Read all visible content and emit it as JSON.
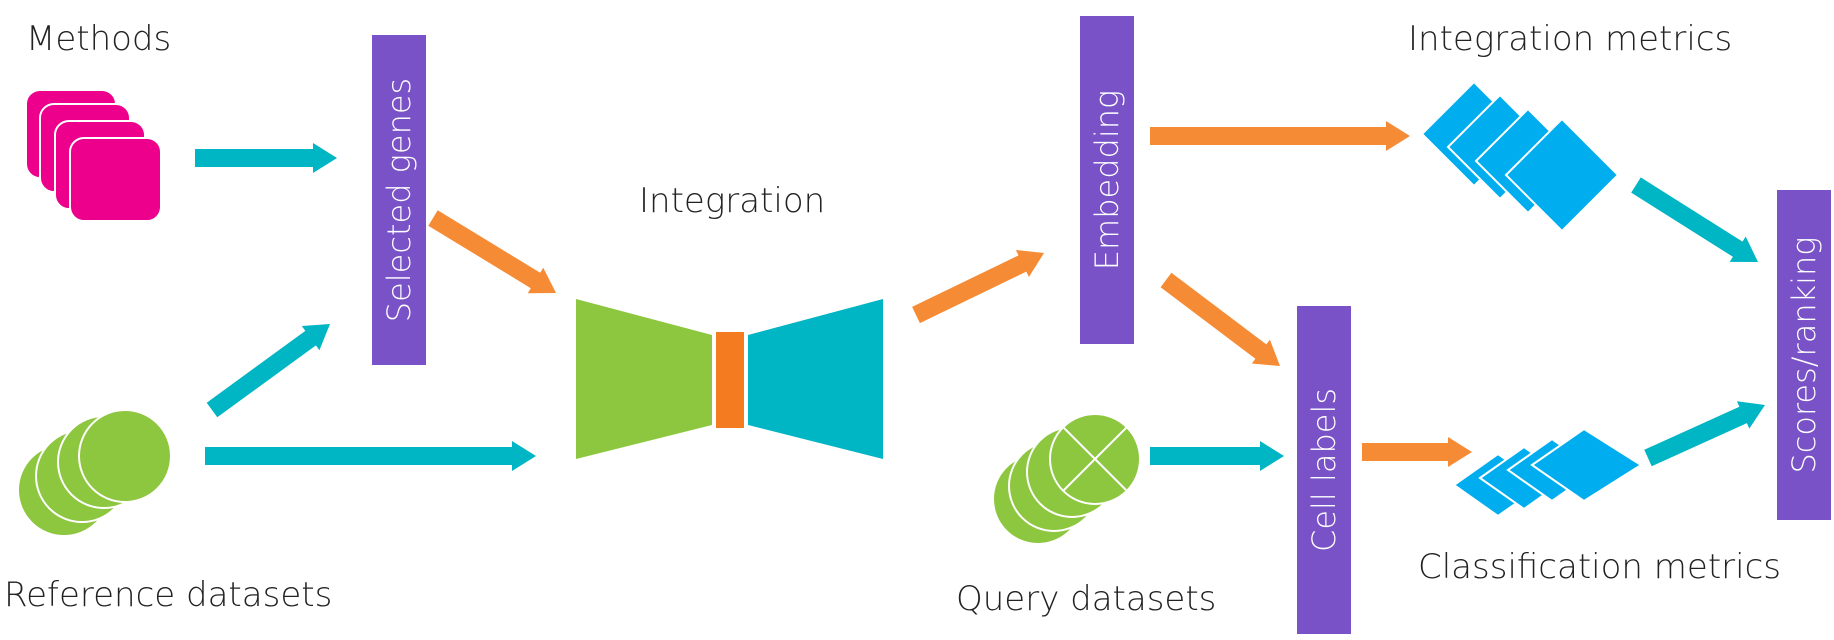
{
  "labels": {
    "methods": "Methods",
    "reference_datasets": "Reference datasets",
    "integration": "Integration",
    "query_datasets": "Query datasets",
    "integration_metrics": "Integration metrics",
    "classification_metrics": "Classification metrics"
  },
  "boxes": {
    "selected_genes": "Selected genes",
    "embedding": "Embedding",
    "cell_labels": "Cell labels",
    "scores_ranking": "Scores/ranking"
  },
  "colors": {
    "methods": "#ec008c",
    "datasets": "#8dc63f",
    "teal": "#00b5c4",
    "orange": "#f68b35",
    "bottleneck": "#f47b20",
    "purple": "#7a52c7",
    "metrics": "#00aeef"
  }
}
